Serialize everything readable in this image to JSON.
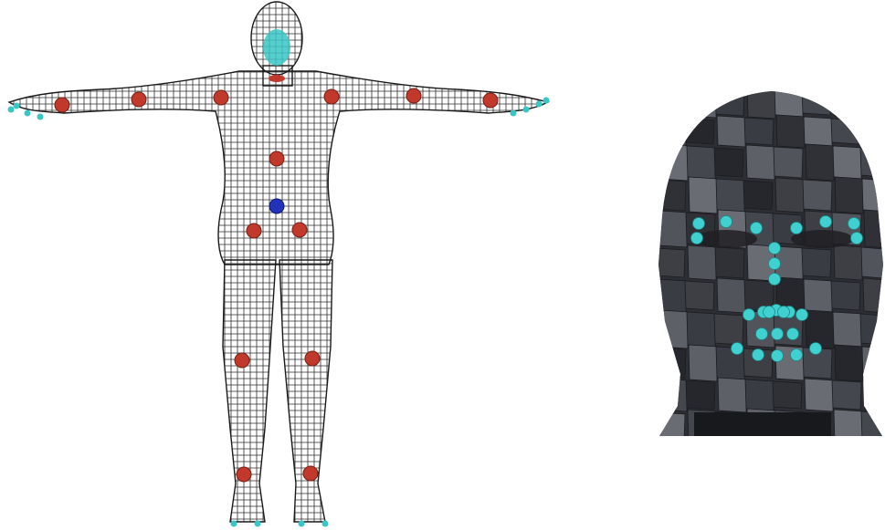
{
  "colors": {
    "background": "#ffffff",
    "wireframe": "#1a1a1a",
    "body_joint": "#c0392b",
    "root_joint": "#2233bb",
    "extremity_marker": "#39c6c6",
    "face_marker": "#3fd0cf",
    "head_mesh_dark": "#2c2e33",
    "head_mesh_mid": "#4b4d55",
    "head_mesh_light": "#6b6d74"
  },
  "icons": {
    "body_model": "wireframe-human-body",
    "head_model": "low-poly-head-mesh",
    "joint_marker": "sphere-marker"
  },
  "body_joints": {
    "count": 15,
    "root_count": 1
  },
  "face_landmarks": {
    "count": 26
  }
}
